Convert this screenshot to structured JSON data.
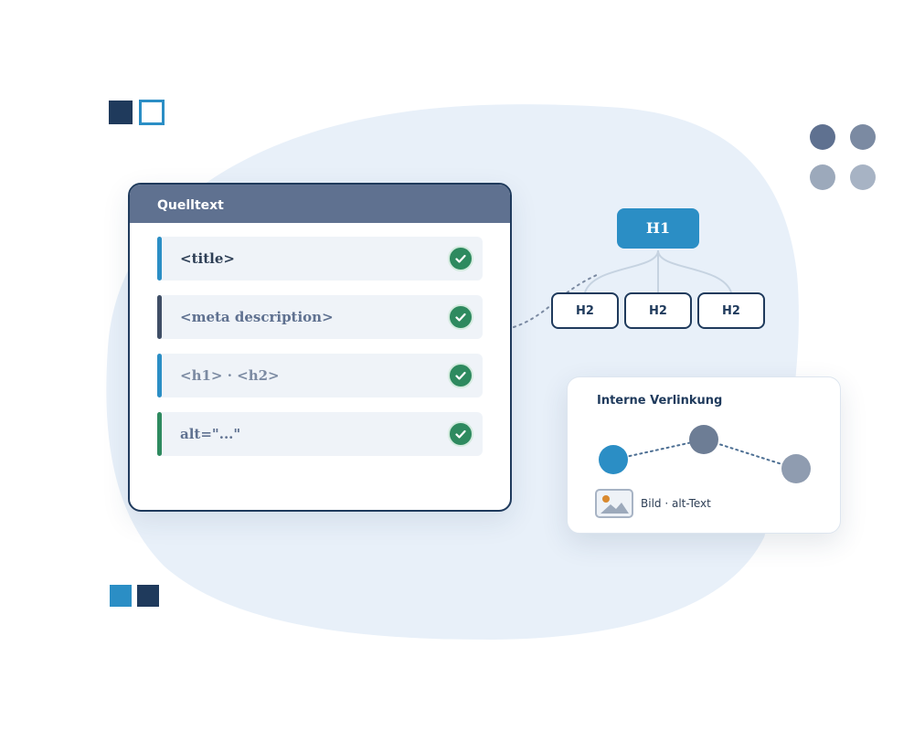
{
  "colors": {
    "navy": "#1f3a5c",
    "blue": "#2b8ec5",
    "slate": "#5f7190",
    "green": "#2e8a5f",
    "blob": "#e8f0f9"
  },
  "source_card": {
    "title": "Quelltext",
    "rows": [
      {
        "label": "<title>",
        "bar_color": "#2b8ec5",
        "text_color": "#2d3e55",
        "icon": "check-icon"
      },
      {
        "label": "<meta description>",
        "bar_color": "#3f4e66",
        "text_color": "#5f7190",
        "icon": "check-icon"
      },
      {
        "label": "<h1> · <h2>",
        "bar_color": "#2b8ec5",
        "text_color": "#7b8aa2",
        "icon": "check-icon"
      },
      {
        "label": "alt=\"...\"",
        "bar_color": "#2e8a5f",
        "text_color": "#5f7190",
        "icon": "check-icon"
      }
    ]
  },
  "heading_tree": {
    "root": "H1",
    "children": [
      "H2",
      "H2",
      "H2"
    ]
  },
  "link_card": {
    "title": "Interne Verlinkung",
    "image_label": "Bild · alt-Text",
    "image_icon": "image-icon"
  }
}
